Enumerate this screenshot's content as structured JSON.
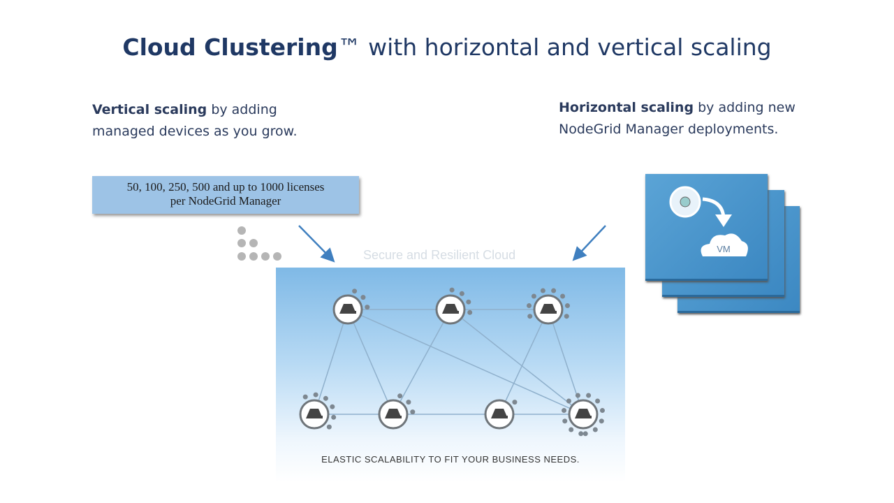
{
  "title": {
    "bold": "Cloud Clustering",
    "rest": "™ with horizontal and vertical scaling"
  },
  "vertical": {
    "bold": "Vertical scaling",
    "line1_rest": " by adding",
    "line2": "managed devices as you grow."
  },
  "horizontal": {
    "bold": "Horizontal scaling",
    "line1_rest": " by adding new",
    "line2": "NodeGrid Manager deployments."
  },
  "licenses": {
    "line1": "50, 100, 250, 500 and up to 1000 licenses",
    "line2": "per NodeGrid Manager"
  },
  "cloud": {
    "label": "Secure and Resilient Cloud",
    "banner": "ELASTIC SCALABILITY TO FIT YOUR BUSINESS NEEDS."
  },
  "deploy": {
    "vm_label": "VM"
  },
  "colors": {
    "title": "#1f3864",
    "license_box": "#9dc3e6",
    "card": "#4a96cc"
  }
}
